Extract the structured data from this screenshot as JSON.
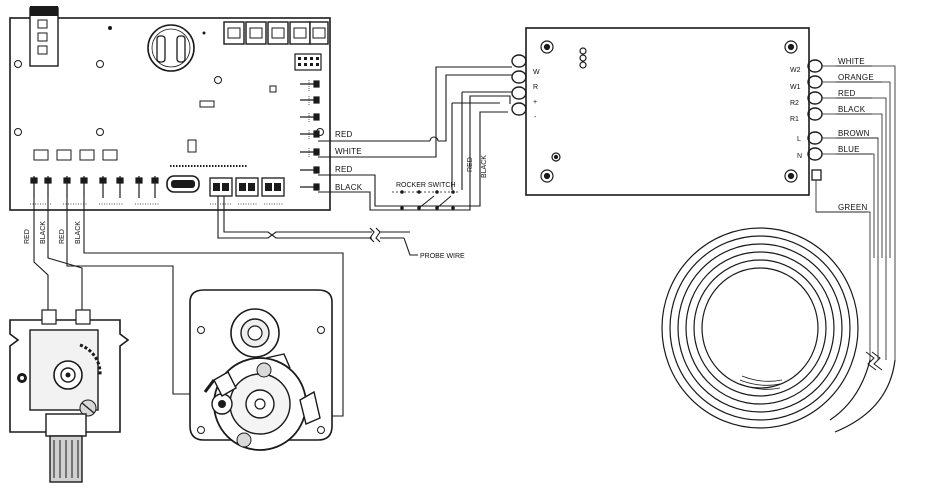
{
  "labels": {
    "controller_wires": {
      "red_top": "RED",
      "white": "WHITE",
      "red_bottom": "RED",
      "black": "BLACK"
    },
    "rocker_switch": "ROCKER SWITCH",
    "probe_wire": "PROBE WIRE",
    "switch_wires": {
      "red": "RED",
      "black": "BLACK"
    },
    "power_input_terminals": [
      "W",
      "R",
      "+",
      "-"
    ],
    "power_output_terminals": [
      "W2",
      "W1",
      "R2",
      "R1",
      "L",
      "N"
    ],
    "power_output_wires": [
      "WHITE",
      "ORANGE",
      "RED",
      "BLACK",
      "BROWN",
      "BLUE"
    ],
    "ground_wire": "GREEN",
    "bottom_left_wires": [
      "RED",
      "BLACK",
      "RED",
      "BLACK"
    ]
  }
}
